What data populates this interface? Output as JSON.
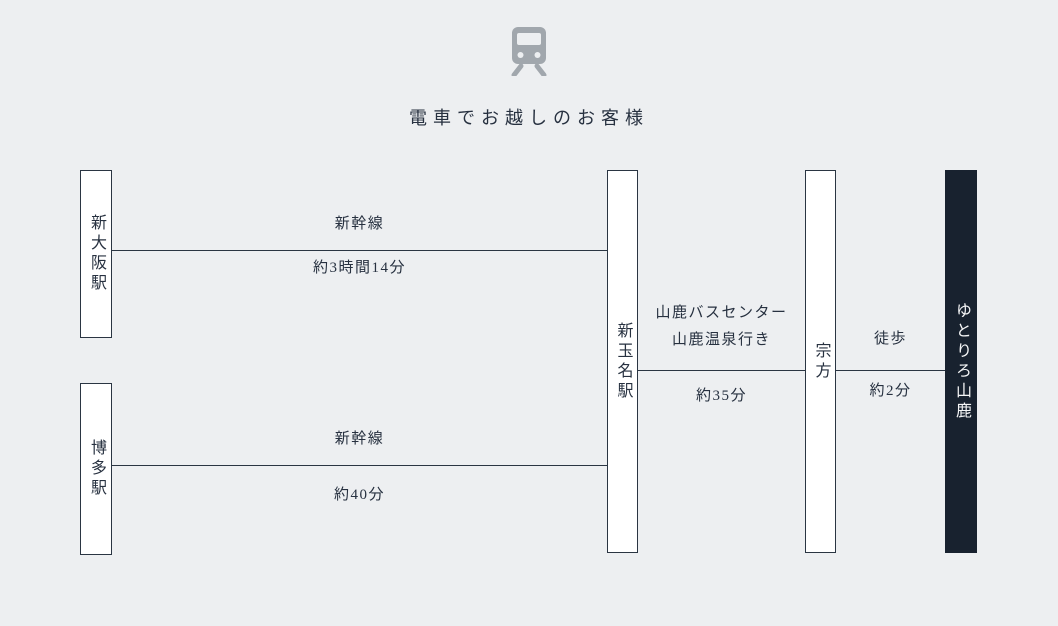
{
  "header": {
    "title": "電車でお越しのお客様",
    "icon": "train-icon"
  },
  "diagram": {
    "stations": [
      {
        "id": "shin-osaka",
        "label": "新大阪駅"
      },
      {
        "id": "hakata",
        "label": "博多駅"
      },
      {
        "id": "shin-tamana",
        "label": "新玉名駅"
      },
      {
        "id": "munakata",
        "label": "宗方"
      },
      {
        "id": "yutorelo-yamaga",
        "label": "ゆとりろ山鹿"
      }
    ],
    "segments": [
      {
        "from": "新大阪駅",
        "to": "新玉名駅",
        "method": "新幹線",
        "duration": "約3時間14分"
      },
      {
        "from": "博多駅",
        "to": "新玉名駅",
        "method": "新幹線",
        "duration": "約40分"
      },
      {
        "from": "新玉名駅",
        "to": "宗方",
        "method_line1": "山鹿バスセンター",
        "method_line2": "山鹿温泉行き",
        "duration": "約35分"
      },
      {
        "from": "宗方",
        "to": "ゆとりろ山鹿",
        "method": "徒歩",
        "duration": "約2分"
      }
    ]
  },
  "colors": {
    "background": "#edeff1",
    "ink": "#273140",
    "line": "#2a3542",
    "destination_box": "#18222f",
    "icon_gray": "#a1a7ad"
  }
}
